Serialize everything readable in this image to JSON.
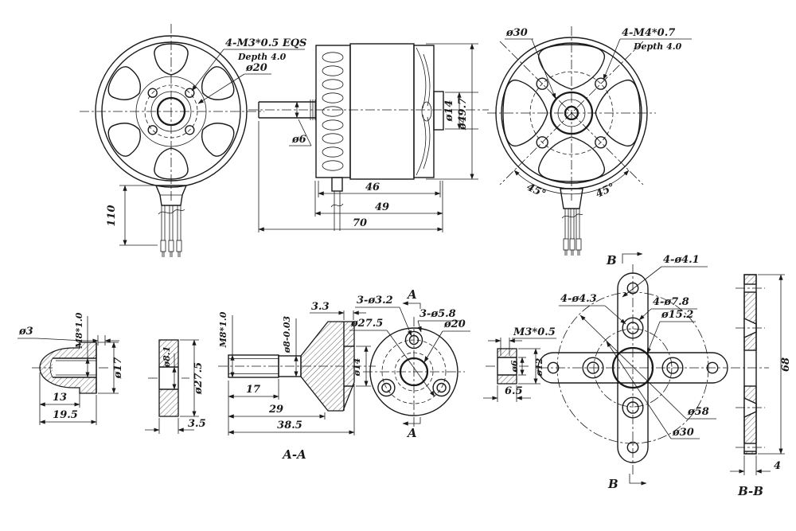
{
  "drawing": {
    "front_view": {
      "callout_thread": "4-M3*0.5 EQS",
      "callout_depth": "Depth 4.0",
      "dia20": "ø20",
      "dim110": "110"
    },
    "side_view": {
      "dia6": "ø6",
      "dia14": "ø14",
      "dia497": "ø49.7",
      "dim46": "46",
      "dim49": "49",
      "dim70": "70"
    },
    "rear_view": {
      "dia30": "ø30",
      "callout_thread": "4-M4*0.7",
      "callout_depth": "Depth 4.0",
      "angle_left": "45°",
      "angle_right": "45°"
    },
    "prop_nut": {
      "dia3": "ø3",
      "thread": "M8*1.0",
      "dia17": "ø17",
      "dim13": "13",
      "dim195": "19.5"
    },
    "washer": {
      "dia81": "ø8.1",
      "dia275": "ø27.5",
      "dim35": "3.5"
    },
    "shaft_section": {
      "thread": "M8*1.0",
      "dia8_tol": "ø8-0.03",
      "dim33": "3.3",
      "dia14": "ø14",
      "dim17": "17",
      "dim29": "29",
      "dim385": "38.5",
      "title": "A-A"
    },
    "mount_plate": {
      "holes_32": "3-ø3.2",
      "dia275": "ø27.5",
      "holes_58": "3-ø5.8",
      "dia20": "ø20",
      "marker_top": "A",
      "marker_bottom": "A"
    },
    "standoff": {
      "thread": "M3*0.5",
      "dia6": "ø6",
      "dia12": "ø12",
      "dim65": "6.5"
    },
    "cross_mount": {
      "marker_top": "B",
      "marker_bottom": "B",
      "holes_41": "4-ø4.1",
      "holes_43": "4-ø4.3",
      "holes_78": "4-ø7.8",
      "dia152": "ø15.2",
      "dia58": "ø58",
      "dia30": "ø30"
    },
    "strip_section": {
      "dim68": "68",
      "dim4": "4",
      "title": "B-B"
    }
  },
  "colors": {
    "ink": "#1a1a1a",
    "background": "#ffffff"
  }
}
